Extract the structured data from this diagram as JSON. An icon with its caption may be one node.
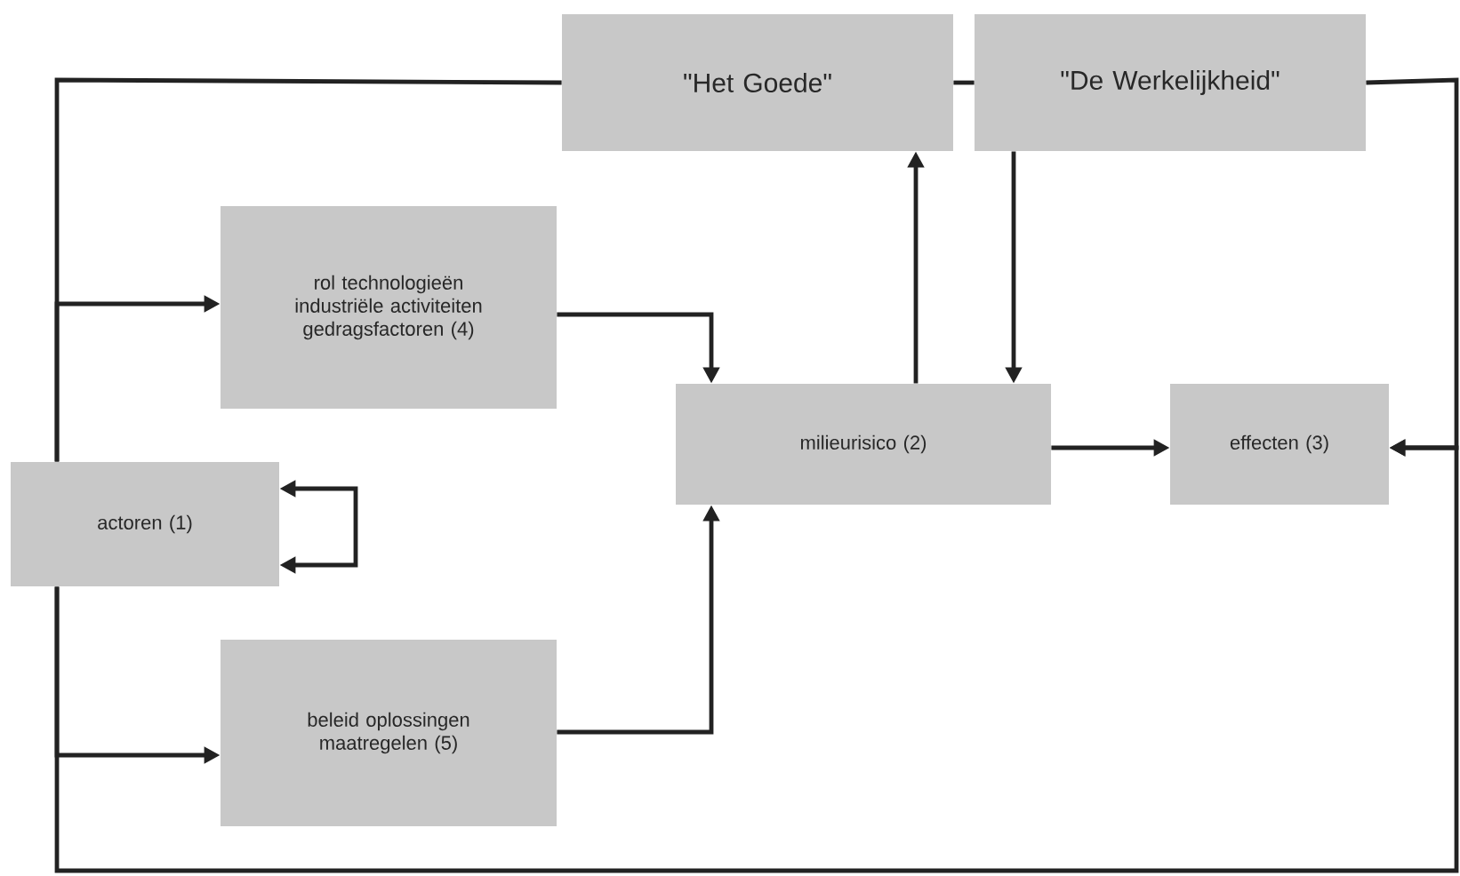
{
  "diagram": {
    "nodes": [
      {
        "text": [
          "\"Het Goede\""
        ]
      },
      {
        "text": [
          "\"De Werkelijkheid\""
        ]
      },
      {
        "text": [
          "rol technologieën industriële activiteiten gedragsfactoren (4)"
        ]
      },
      {
        "text": [
          "milieurisico (2)"
        ]
      },
      {
        "text": [
          "effecten (3)"
        ]
      },
      {
        "text": [
          "actoren (1)"
        ]
      },
      {
        "text": [
          "beleid oplossingen maatregelen (5)"
        ]
      }
    ],
    "edges": [
      {
        "from": 0,
        "to": 5,
        "arrow": "none"
      },
      {
        "from": 5,
        "to": 2,
        "arrow": "to"
      },
      {
        "from": 5,
        "to": 6,
        "arrow": "to"
      },
      {
        "from": 2,
        "to": 3,
        "arrow": "to"
      },
      {
        "from": 6,
        "to": 3,
        "arrow": "to"
      },
      {
        "from": 3,
        "to": 0,
        "arrow": "to"
      },
      {
        "from": 1,
        "to": 3,
        "arrow": "to"
      },
      {
        "from": 3,
        "to": 4,
        "arrow": "to"
      },
      {
        "from": 1,
        "to": 4,
        "arrow": "to"
      },
      {
        "from": 5,
        "to": 4,
        "arrow": "to"
      },
      {
        "from": 0,
        "to": 1,
        "arrow": "none"
      },
      {
        "from": 5,
        "to": 5,
        "arrow": "both"
      }
    ]
  }
}
